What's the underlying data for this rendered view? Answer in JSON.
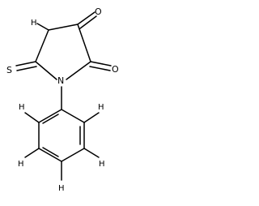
{
  "molecule": {
    "atoms": {
      "oxygen_ketone": "O",
      "oxygen_amide": "O",
      "sulfur": "S",
      "nitrogen": "N",
      "h_ring_ch2": "H",
      "h_ortho_left": "H",
      "h_ortho_right": "H",
      "h_meta_left": "H",
      "h_meta_right": "H",
      "h_para": "H"
    }
  }
}
